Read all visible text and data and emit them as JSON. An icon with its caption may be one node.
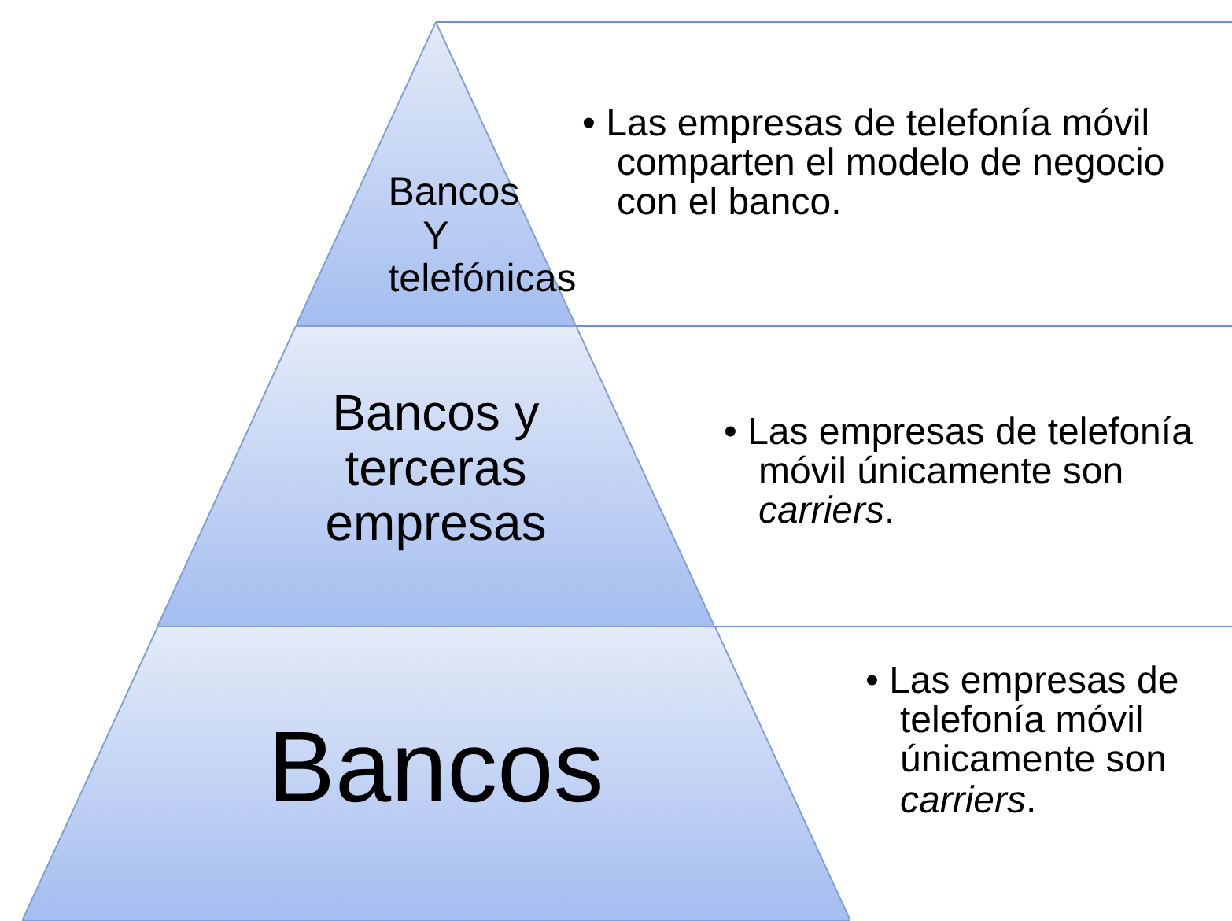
{
  "diagram": {
    "nodes": [
      {
        "text": [
          "Bancos Y telefónicas"
        ]
      },
      {
        "text": [
          "• Las empresas de telefonía móvil comparten el modelo de negocio con el banco."
        ]
      },
      {
        "text": [
          "Bancos y terceras empresas"
        ]
      },
      {
        "text": [
          "• Las empresas de telefonía móvil únicamente son *carriers*."
        ]
      },
      {
        "text": [
          "Bancos"
        ]
      },
      {
        "text": [
          "• Las empresas de telefonía móvil únicamente son *carriers*."
        ]
      }
    ],
    "edges": []
  }
}
